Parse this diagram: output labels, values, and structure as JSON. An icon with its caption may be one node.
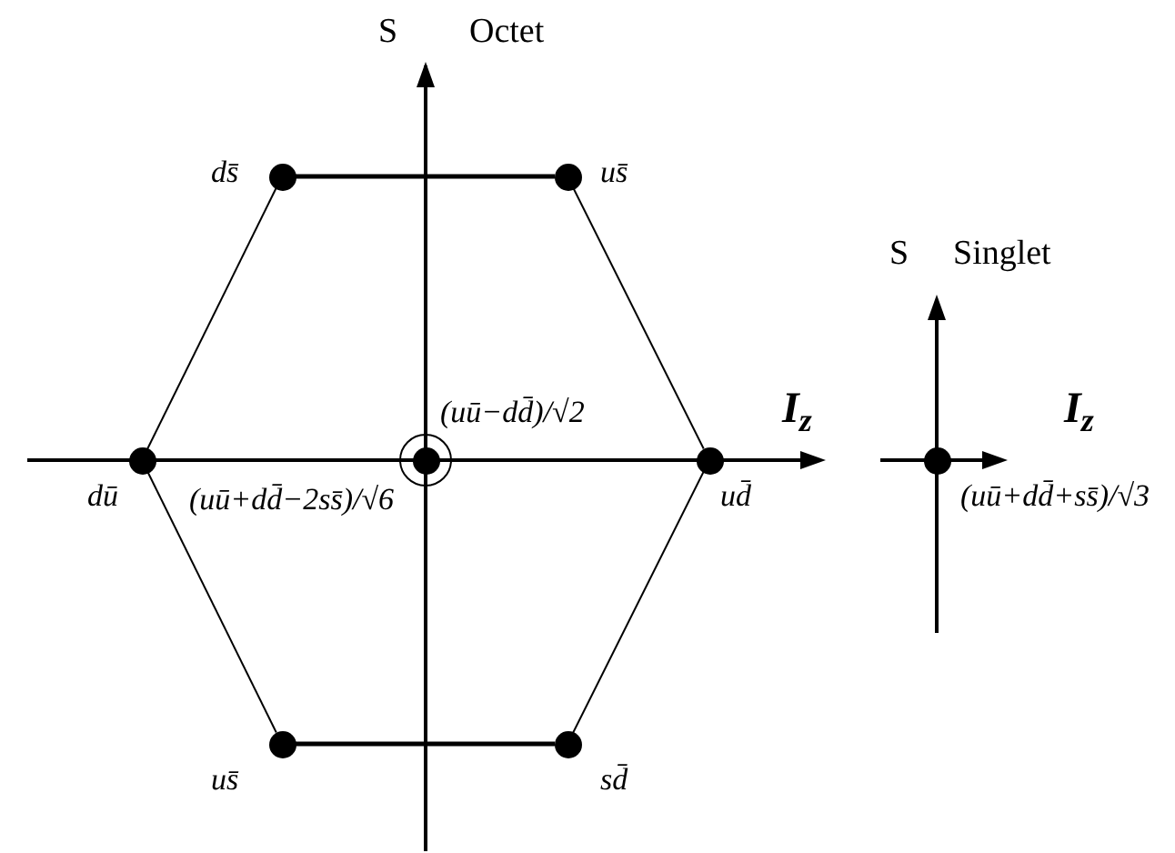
{
  "diagram": {
    "nodes": [
      {
        "text": [],
        "shape": "circle",
        "beside": [
          "ds̄"
        ]
      },
      {
        "text": [],
        "shape": "circle",
        "beside": [
          "us̄"
        ]
      },
      {
        "text": [],
        "shape": "circle",
        "beside": [
          "dū"
        ]
      },
      {
        "text": [],
        "shape": "circle",
        "beside": [
          "(uū−dd̄)/√2",
          "(uū+dd̄−2ss̄)/√6"
        ]
      },
      {
        "text": [],
        "shape": "circle",
        "beside": [
          "ud̄"
        ]
      },
      {
        "text": [],
        "shape": "circle",
        "beside": [
          "us̄"
        ]
      },
      {
        "text": [],
        "shape": "circle",
        "beside": [
          "sd̄"
        ]
      },
      {
        "text": [],
        "shape": "circle",
        "beside": [
          "(uū+dd̄+ss̄)/√3"
        ]
      }
    ],
    "edges": [
      {
        "from": 0,
        "to": 1,
        "arrow": "none",
        "style": "thick"
      },
      {
        "from": 1,
        "to": 4,
        "arrow": "none"
      },
      {
        "from": 4,
        "to": 6,
        "arrow": "none"
      },
      {
        "from": 6,
        "to": 5,
        "arrow": "none",
        "style": "thick"
      },
      {
        "from": 5,
        "to": 2,
        "arrow": "none"
      },
      {
        "from": 2,
        "to": 0,
        "arrow": "none"
      }
    ],
    "labels": [
      "S",
      "Octet",
      "I$_{z}$",
      "S",
      "Singlet",
      "I$_{z}$"
    ]
  }
}
